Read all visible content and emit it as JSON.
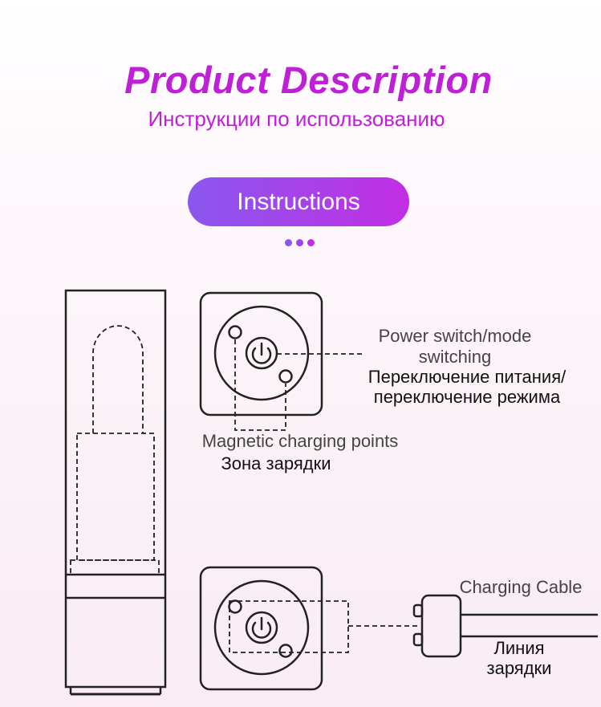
{
  "header": {
    "title": "Product Description",
    "subtitle": "Инструкции по использованию"
  },
  "badge": {
    "label": "Instructions"
  },
  "labels": {
    "power_en_1": "Power switch/mode",
    "power_en_2": "switching",
    "power_ru_1": "Переключение питания/",
    "power_ru_2": "переключение режима",
    "magnetic_en": "Magnetic charging points",
    "magnetic_ru": "Зона зарядки",
    "cable_en": "Charging Cable",
    "cable_ru_1": "Линия",
    "cable_ru_2": "зарядки"
  },
  "colors": {
    "accent": "#c01fd8",
    "gradient_start": "#8a57ee",
    "gradient_end": "#c22ee4",
    "dot_1": "#8a57ee",
    "dot_2": "#a342e9",
    "dot_3": "#c22ee4",
    "line": "#222222"
  }
}
